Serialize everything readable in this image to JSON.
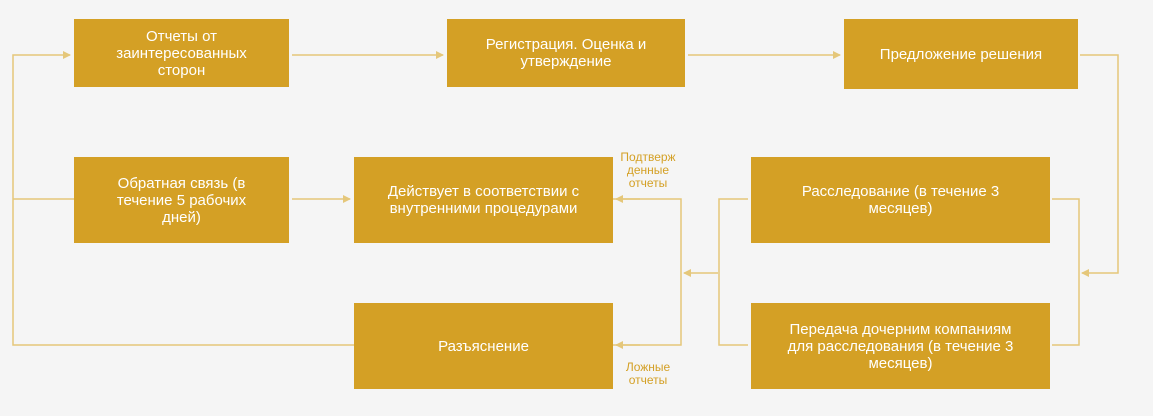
{
  "colors": {
    "box": "#d4a025",
    "text": "#ffffff",
    "line": "#e5c77a",
    "background": "#f5f5f5"
  },
  "boxes": {
    "stakeholder_reports": "Отчеты от\nзаинтересованных\nсторон",
    "registration": "Регистрация. Оценка и\nутверждение",
    "solution_proposal": "Предложение решения",
    "feedback": "Обратная связь (в\nтечение 5 рабочих\nдней)",
    "internal_procedures": "Действует в соответствии с\nвнутренними процедурами",
    "investigation": "Расследование (в течение 3\nмесяцев)",
    "clarification": "Разъяснение",
    "transfer_subsidiaries": "Передача дочерним компаниям\nдля расследования (в течение 3\nмесяцев)"
  },
  "labels": {
    "confirmed_reports": "Подтверж\nденные\nотчеты",
    "false_reports": "Ложные\nотчеты"
  }
}
